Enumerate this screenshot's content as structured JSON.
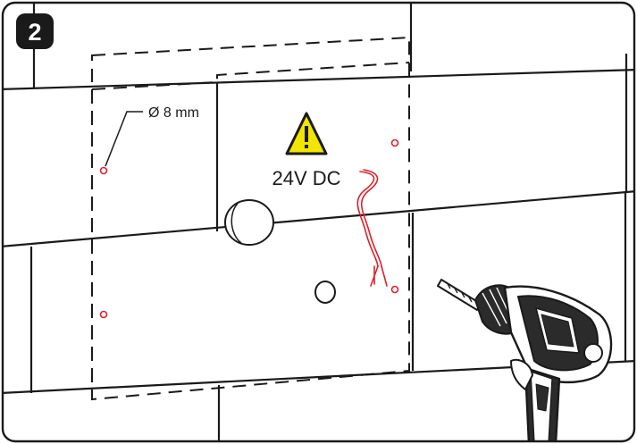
{
  "step": {
    "number": "2"
  },
  "labels": {
    "hole_diameter": "Ø 8 mm",
    "voltage": "24V DC"
  },
  "icons": {
    "step_badge": "step-number-badge",
    "warning": "warning-triangle-icon",
    "drill": "cordless-drill-icon"
  },
  "colors": {
    "line": "#1a1a1a",
    "marker": "#e0202a",
    "warning_fill": "#f2e600",
    "badge": "#1a1a1a",
    "badge_text": "#ffffff"
  }
}
